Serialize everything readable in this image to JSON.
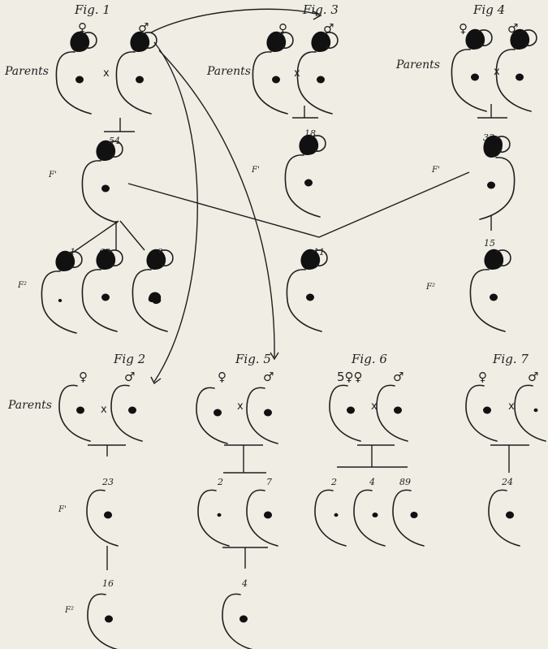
{
  "figures": {
    "fig1": {
      "title": "Fig. 1",
      "female": "♀",
      "male": "♂",
      "parents": "Parents",
      "cross": "x",
      "f1_count": "54",
      "f1_label": "F'",
      "f2_counts": [
        "1",
        "68",
        "2"
      ],
      "f2_label": "F²"
    },
    "fig3": {
      "title": "Fig. 3",
      "female": "♀",
      "male": "♂",
      "parents": "Parents",
      "cross": "x",
      "f1_count": "18",
      "f1_label": "F'"
    },
    "fig4": {
      "title": "Fig 4",
      "female": "♀",
      "male": "♂",
      "parents": "Parents",
      "cross": "x",
      "f1_count": "33",
      "f1_label": "F'",
      "f2_count": "15",
      "f2_label": "F²"
    },
    "shared_f2": {
      "count": "11"
    },
    "fig2": {
      "title": "Fig 2",
      "female": "♀",
      "male": "♂",
      "parents": "Parents",
      "cross": "x",
      "f1_count": "23",
      "f1_label": "F'",
      "f2_count": "16",
      "f2_label": "F²"
    },
    "fig5": {
      "title": "Fig. 5",
      "female": "♀",
      "male": "♂",
      "cross": "x",
      "f1_counts": [
        "2",
        "7"
      ],
      "f2_count": "4"
    },
    "fig6": {
      "title": "Fig. 6",
      "female": "5♀♀",
      "male": "♂",
      "cross": "x",
      "f1_counts": [
        "2",
        "4",
        "89"
      ]
    },
    "fig7": {
      "title": "Fig. 7",
      "female": "♀",
      "male": "♂",
      "cross": "x",
      "f1_count": "24"
    }
  },
  "colors": {
    "paper": "#efede4",
    "ink": "#1f1f1f"
  }
}
